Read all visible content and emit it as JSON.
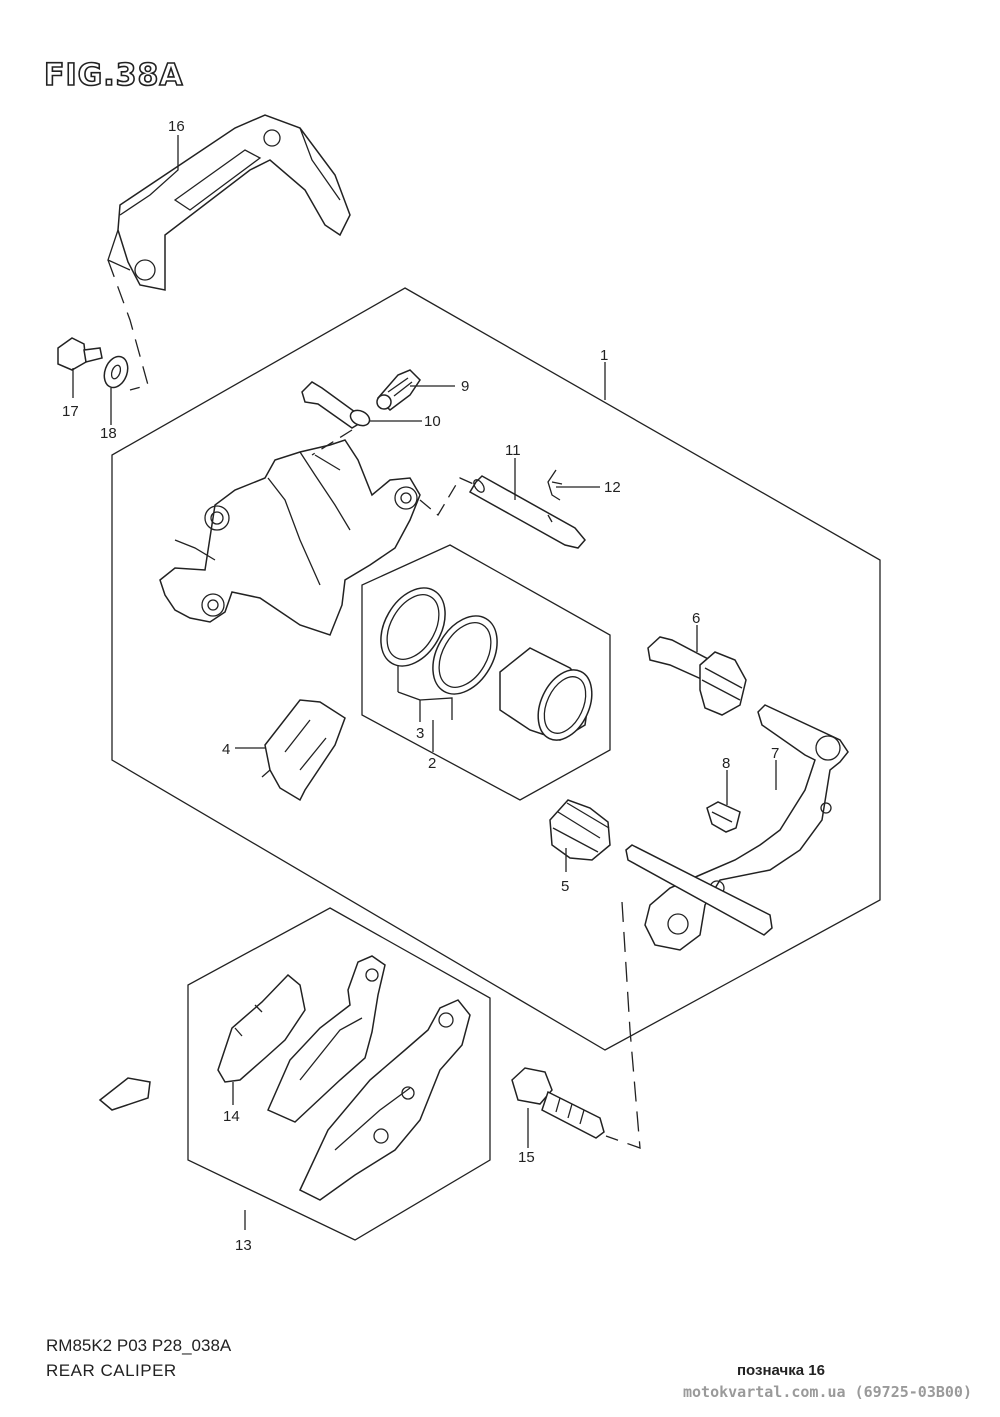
{
  "figure": {
    "title": "FIG.38A",
    "code": "RM85K2 P03 P28_038A",
    "caption": "REAR CALIPER"
  },
  "callouts": [
    "1",
    "2",
    "3",
    "4",
    "5",
    "6",
    "7",
    "8",
    "9",
    "10",
    "11",
    "12",
    "13",
    "14",
    "15",
    "16",
    "17",
    "18"
  ],
  "footer": {
    "mark": "позначка 16",
    "watermark": "motokvartal.com.ua (69725-03B00)"
  }
}
